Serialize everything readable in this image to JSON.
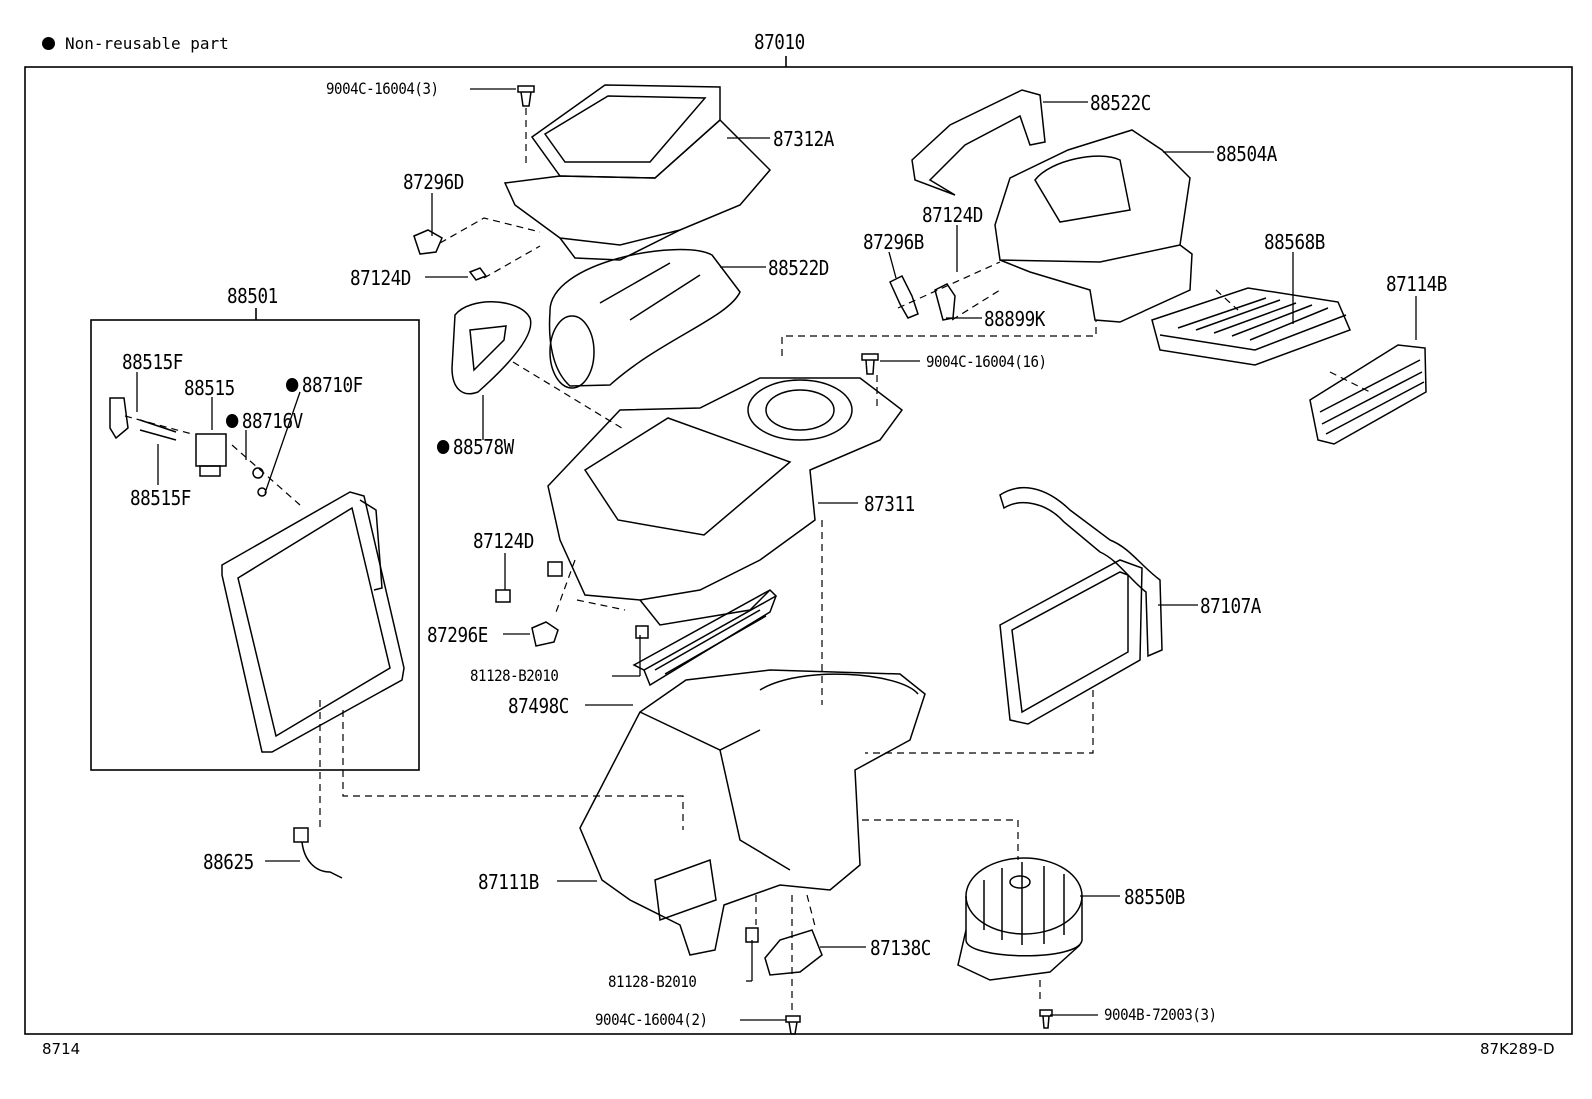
{
  "legend": {
    "text": "Non-reusable part"
  },
  "assembly_number": "87010",
  "footer": {
    "left": "8714",
    "right": "87K289-D"
  },
  "callouts": {
    "p9004c_16004_3": "9004C-16004(3)",
    "p87312A": "87312A",
    "p87296D": "87296D",
    "p87124D_top": "87124D",
    "p88522D": "88522D",
    "p88522C": "88522C",
    "p88504A": "88504A",
    "p87124D_right": "87124D",
    "p87296B": "87296B",
    "p88899K": "88899K",
    "p88568B": "88568B",
    "p87114B": "87114B",
    "p9004c_16004_16": "9004C-16004(16)",
    "p88501": "88501",
    "p88515F_top": "88515F",
    "p88515": "88515",
    "p88710F": "88710F",
    "p88716V": "88716V",
    "p88515F_bottom": "88515F",
    "p88578W": "88578W",
    "p87311": "87311",
    "p87124D_mid": "87124D",
    "p87296E": "87296E",
    "p81128_B2010_top": "81128-B2010",
    "p87498C": "87498C",
    "p87107A": "87107A",
    "p88625": "88625",
    "p87111B": "87111B",
    "p88550B": "88550B",
    "p87138C": "87138C",
    "p81128_B2010_bottom": "81128-B2010",
    "p9004c_16004_2": "9004C-16004(2)",
    "p9004b_72003_3": "9004B-72003(3)"
  }
}
